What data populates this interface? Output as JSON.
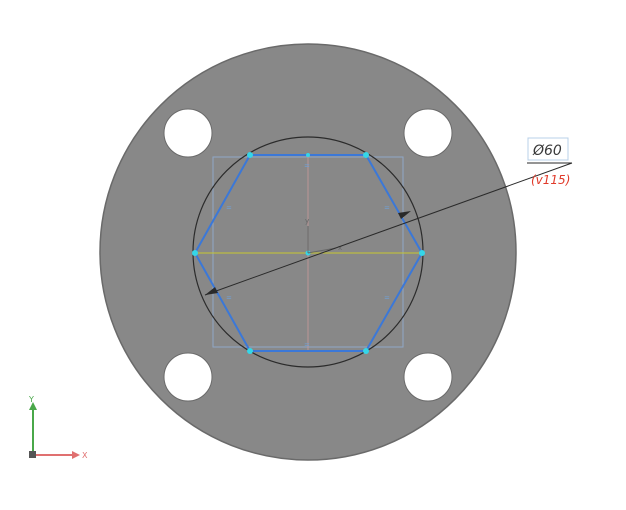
{
  "dimension": {
    "value_label": "Ø60",
    "variable_label": "(v115)",
    "value_color": "#3a3a3a",
    "variable_color": "#e03a2a",
    "line_color": "#2a2a2a"
  },
  "axes_indicator": {
    "x_label": "X",
    "y_label": "Y",
    "x_color": "#e07070",
    "y_color": "#4aa84a"
  },
  "sketch_origin": {
    "x_label": "x",
    "y_label": "y"
  },
  "colors": {
    "part_fill": "#888888",
    "part_edge": "#6a6a6a",
    "holes": "#ffffff",
    "sketch_line": "#3b78d8",
    "sketch_point": "#35d6e8",
    "construction_line": "#c8c830",
    "construction_circle": "#2b2b2b",
    "bbox": "#8fa7c7"
  },
  "constraint_marks": [
    "=",
    "=",
    "=",
    "=",
    "=",
    "="
  ]
}
